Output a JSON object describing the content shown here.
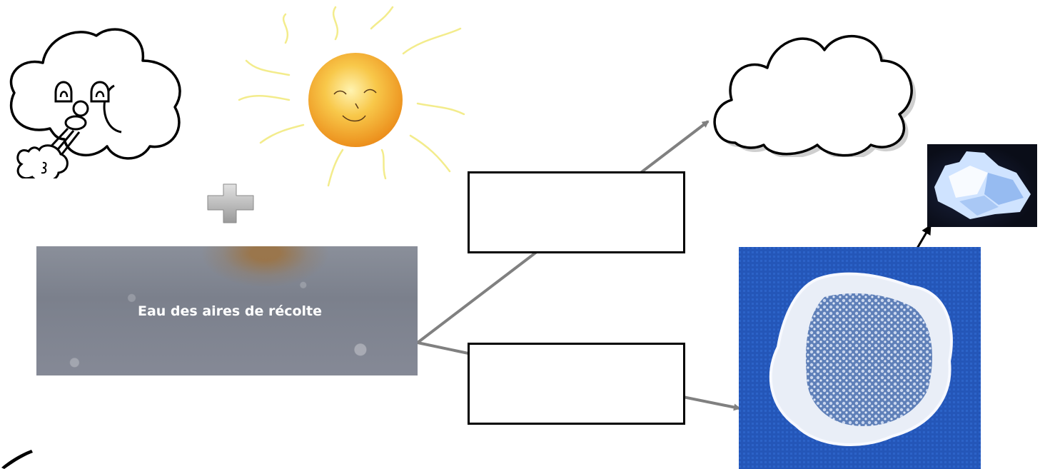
{
  "water": {
    "label": "Eau des aires de récolte"
  },
  "answer_boxes": [
    {
      "id": "top",
      "value": ""
    },
    {
      "id": "bottom",
      "value": ""
    }
  ],
  "icons": {
    "wind_cloud": "wind-cloud-icon",
    "sun": "sun-icon",
    "plus": "plus-icon",
    "cloud": "cloud-icon",
    "pen": "pen-icon"
  },
  "colors": {
    "connector_gray": "#808080",
    "double_arrow": "#000000",
    "sun_core": "#f5a623",
    "sun_rays": "#f4ec8a",
    "salt_blue": "#2554b8"
  }
}
